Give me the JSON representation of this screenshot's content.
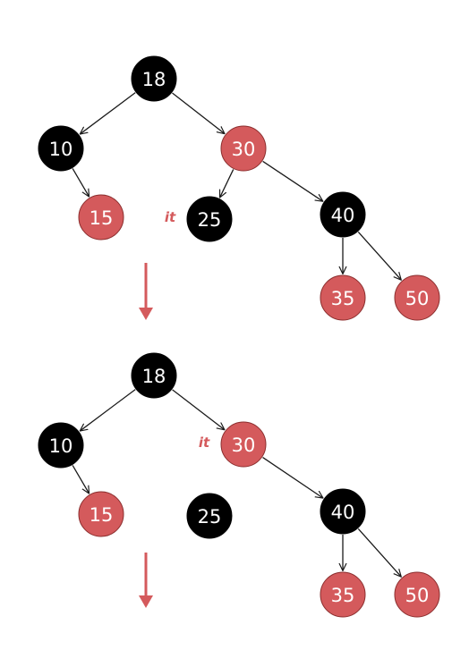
{
  "colors": {
    "black_node": "#000000",
    "red_node": "#d45a5c",
    "red_node_stroke": "#8b2e2e",
    "edge": "#1a1a1a",
    "flow_arrow": "#d45a5c",
    "it_label": "#d45a5c"
  },
  "iterator_label": "it",
  "panels": [
    {
      "nodes": [
        {
          "id": "n18",
          "value": "18",
          "color": "black"
        },
        {
          "id": "n10",
          "value": "10",
          "color": "black"
        },
        {
          "id": "n30",
          "value": "30",
          "color": "red"
        },
        {
          "id": "n15",
          "value": "15",
          "color": "red"
        },
        {
          "id": "n25",
          "value": "25",
          "color": "black"
        },
        {
          "id": "n40",
          "value": "40",
          "color": "black"
        },
        {
          "id": "n35",
          "value": "35",
          "color": "red"
        },
        {
          "id": "n50",
          "value": "50",
          "color": "red"
        }
      ],
      "edges": [
        [
          "n18",
          "n10"
        ],
        [
          "n18",
          "n30"
        ],
        [
          "n10",
          "n15"
        ],
        [
          "n30",
          "n25"
        ],
        [
          "n30",
          "n40"
        ],
        [
          "n40",
          "n35"
        ],
        [
          "n40",
          "n50"
        ]
      ],
      "iterator_at": "n25"
    },
    {
      "nodes": [
        {
          "id": "n18",
          "value": "18",
          "color": "black"
        },
        {
          "id": "n10",
          "value": "10",
          "color": "black"
        },
        {
          "id": "n30",
          "value": "30",
          "color": "red"
        },
        {
          "id": "n15",
          "value": "15",
          "color": "red"
        },
        {
          "id": "n25",
          "value": "25",
          "color": "black"
        },
        {
          "id": "n40",
          "value": "40",
          "color": "black"
        },
        {
          "id": "n35",
          "value": "35",
          "color": "red"
        },
        {
          "id": "n50",
          "value": "50",
          "color": "red"
        }
      ],
      "edges": [
        [
          "n18",
          "n10"
        ],
        [
          "n18",
          "n30"
        ],
        [
          "n10",
          "n15"
        ],
        [
          "n30",
          "n40"
        ],
        [
          "n40",
          "n35"
        ],
        [
          "n40",
          "n50"
        ]
      ],
      "iterator_at": "n30"
    }
  ]
}
